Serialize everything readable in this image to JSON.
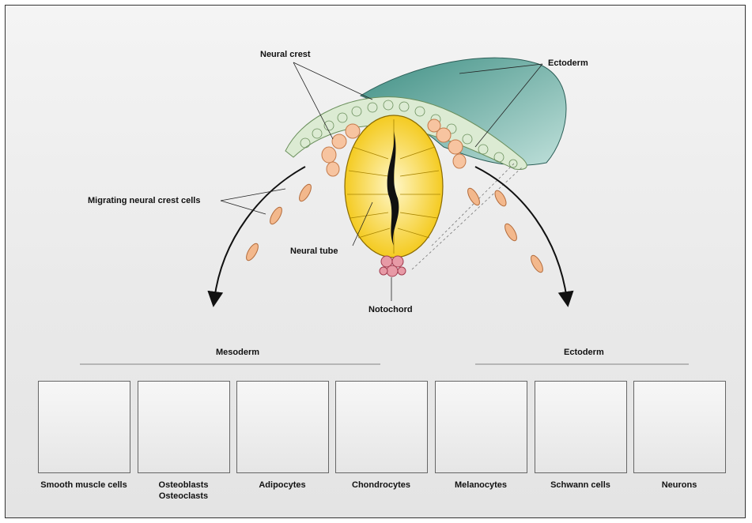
{
  "labels": {
    "neural_crest": "Neural crest",
    "ectoderm_top": "Ectoderm",
    "migrating": "Migrating neural crest cells",
    "neural_tube": "Neural tube",
    "notochord": "Notochord",
    "mesoderm": "Mesoderm",
    "ectoderm_bottom": "Ectoderm"
  },
  "cell_types": [
    {
      "line1": "Smooth muscle cells",
      "line2": ""
    },
    {
      "line1": "Osteoblasts",
      "line2": "Osteoclasts"
    },
    {
      "line1": "Adipocytes",
      "line2": ""
    },
    {
      "line1": "Chondrocytes",
      "line2": ""
    },
    {
      "line1": "Melanocytes",
      "line2": ""
    },
    {
      "line1": "Schwann cells",
      "line2": ""
    },
    {
      "line1": "Neurons",
      "line2": ""
    }
  ]
}
